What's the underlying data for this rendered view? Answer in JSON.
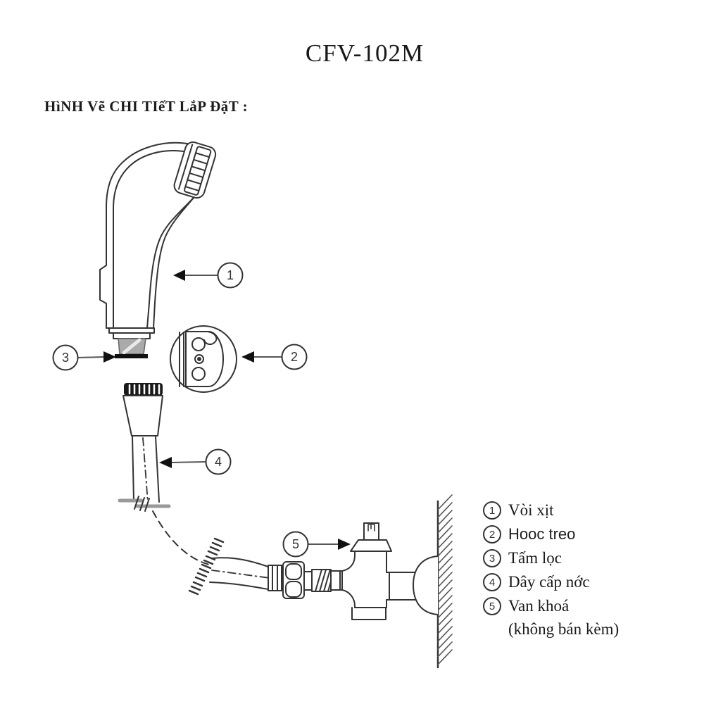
{
  "title": "CFV-102M",
  "subtitle": "HìNH Vẽ CHI TIếT LắP ĐặT :",
  "legend": [
    {
      "number": "1",
      "label": "Vòi xịt"
    },
    {
      "number": "2",
      "label": "Hooc treo"
    },
    {
      "number": "3",
      "label": "Tấm lọc"
    },
    {
      "number": "4",
      "label": "Dây cấp nớc"
    },
    {
      "number": "5",
      "label": "Van khoá",
      "note": "(không bán kèm)"
    }
  ],
  "colors": {
    "line": "#333333",
    "break_gray": "#999999",
    "filter_gray": "#aaaaaa",
    "background": "#ffffff"
  }
}
